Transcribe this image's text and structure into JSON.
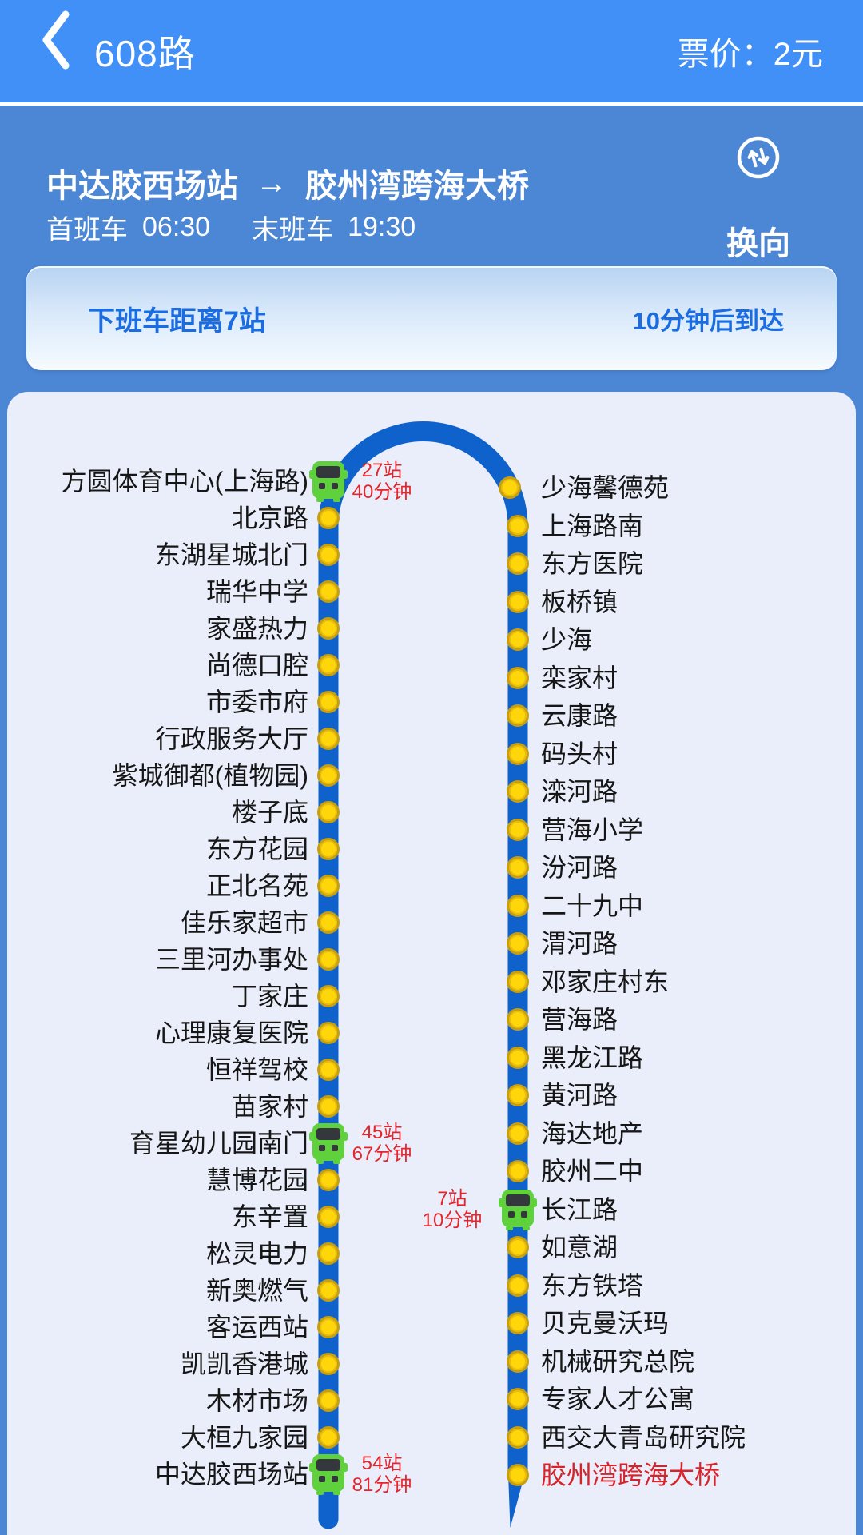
{
  "header": {
    "title": "608路",
    "fare": "票价：2元"
  },
  "route_info": {
    "from": "中达胶西场站",
    "arrow": "→",
    "to": "胶州湾跨海大桥",
    "first_bus_label": "首班车",
    "first_bus_time": "06:30",
    "last_bus_label": "末班车",
    "last_bus_time": "19:30",
    "swap_label": "换向"
  },
  "banner": {
    "left": "下班车距离7站",
    "right": "10分钟后到达"
  },
  "map": {
    "left_stations": [
      {
        "name": "方圆体育中心(上海路)"
      },
      {
        "name": "北京路"
      },
      {
        "name": "东湖星城北门"
      },
      {
        "name": "瑞华中学"
      },
      {
        "name": "家盛热力"
      },
      {
        "name": "尚德口腔"
      },
      {
        "name": "市委市府"
      },
      {
        "name": "行政服务大厅"
      },
      {
        "name": "紫城御都(植物园)"
      },
      {
        "name": "楼子底"
      },
      {
        "name": "东方花园"
      },
      {
        "name": "正北名苑"
      },
      {
        "name": "佳乐家超市"
      },
      {
        "name": "三里河办事处"
      },
      {
        "name": "丁家庄"
      },
      {
        "name": "心理康复医院"
      },
      {
        "name": "恒祥驾校"
      },
      {
        "name": "苗家村"
      },
      {
        "name": "育星幼儿园南门"
      },
      {
        "name": "慧博花园"
      },
      {
        "name": "东辛置"
      },
      {
        "name": "松灵电力"
      },
      {
        "name": "新奥燃气"
      },
      {
        "name": "客运西站"
      },
      {
        "name": "凯凯香港城"
      },
      {
        "name": "木材市场"
      },
      {
        "name": "大桓九家园"
      },
      {
        "name": "中达胶西场站"
      }
    ],
    "right_stations": [
      {
        "name": "少海馨德苑"
      },
      {
        "name": "上海路南"
      },
      {
        "name": "东方医院"
      },
      {
        "name": "板桥镇"
      },
      {
        "name": "少海"
      },
      {
        "name": "栾家村"
      },
      {
        "name": "云康路"
      },
      {
        "name": "码头村"
      },
      {
        "name": "滦河路"
      },
      {
        "name": "营海小学"
      },
      {
        "name": "汾河路"
      },
      {
        "name": "二十九中"
      },
      {
        "name": "渭河路"
      },
      {
        "name": "邓家庄村东"
      },
      {
        "name": "营海路"
      },
      {
        "name": "黑龙江路"
      },
      {
        "name": "黄河路"
      },
      {
        "name": "海达地产"
      },
      {
        "name": "胶州二中"
      },
      {
        "name": "长江路"
      },
      {
        "name": "如意湖"
      },
      {
        "name": "东方铁塔"
      },
      {
        "name": "贝克曼沃玛"
      },
      {
        "name": "机械研究总院"
      },
      {
        "name": "专家人才公寓"
      },
      {
        "name": "西交大青岛研究院"
      },
      {
        "name": "胶州湾跨海大桥",
        "terminal": true
      }
    ],
    "buses": [
      {
        "side": "left",
        "index": 0,
        "stops": "27站",
        "time": "40分钟"
      },
      {
        "side": "left",
        "index": 18,
        "stops": "45站",
        "time": "67分钟"
      },
      {
        "side": "right",
        "index": 19,
        "stops": "7站",
        "time": "10分钟"
      },
      {
        "side": "left",
        "index": 27,
        "stops": "54站",
        "time": "81分钟"
      }
    ]
  },
  "colors": {
    "header_bg": "#4190f8",
    "subheader_bg": "#4c87d5",
    "banner_text": "#1a6ce0",
    "card_bg": "#e9eefa",
    "route_line": "#0f62cb",
    "station_dot": "#ffd60a",
    "dot_border": "#c59f10",
    "bus_green": "#5fd13c",
    "bus_dark": "#34383c",
    "eta_red": "#e5252b",
    "terminal_red": "#d8232a",
    "station_text": "#161616"
  }
}
